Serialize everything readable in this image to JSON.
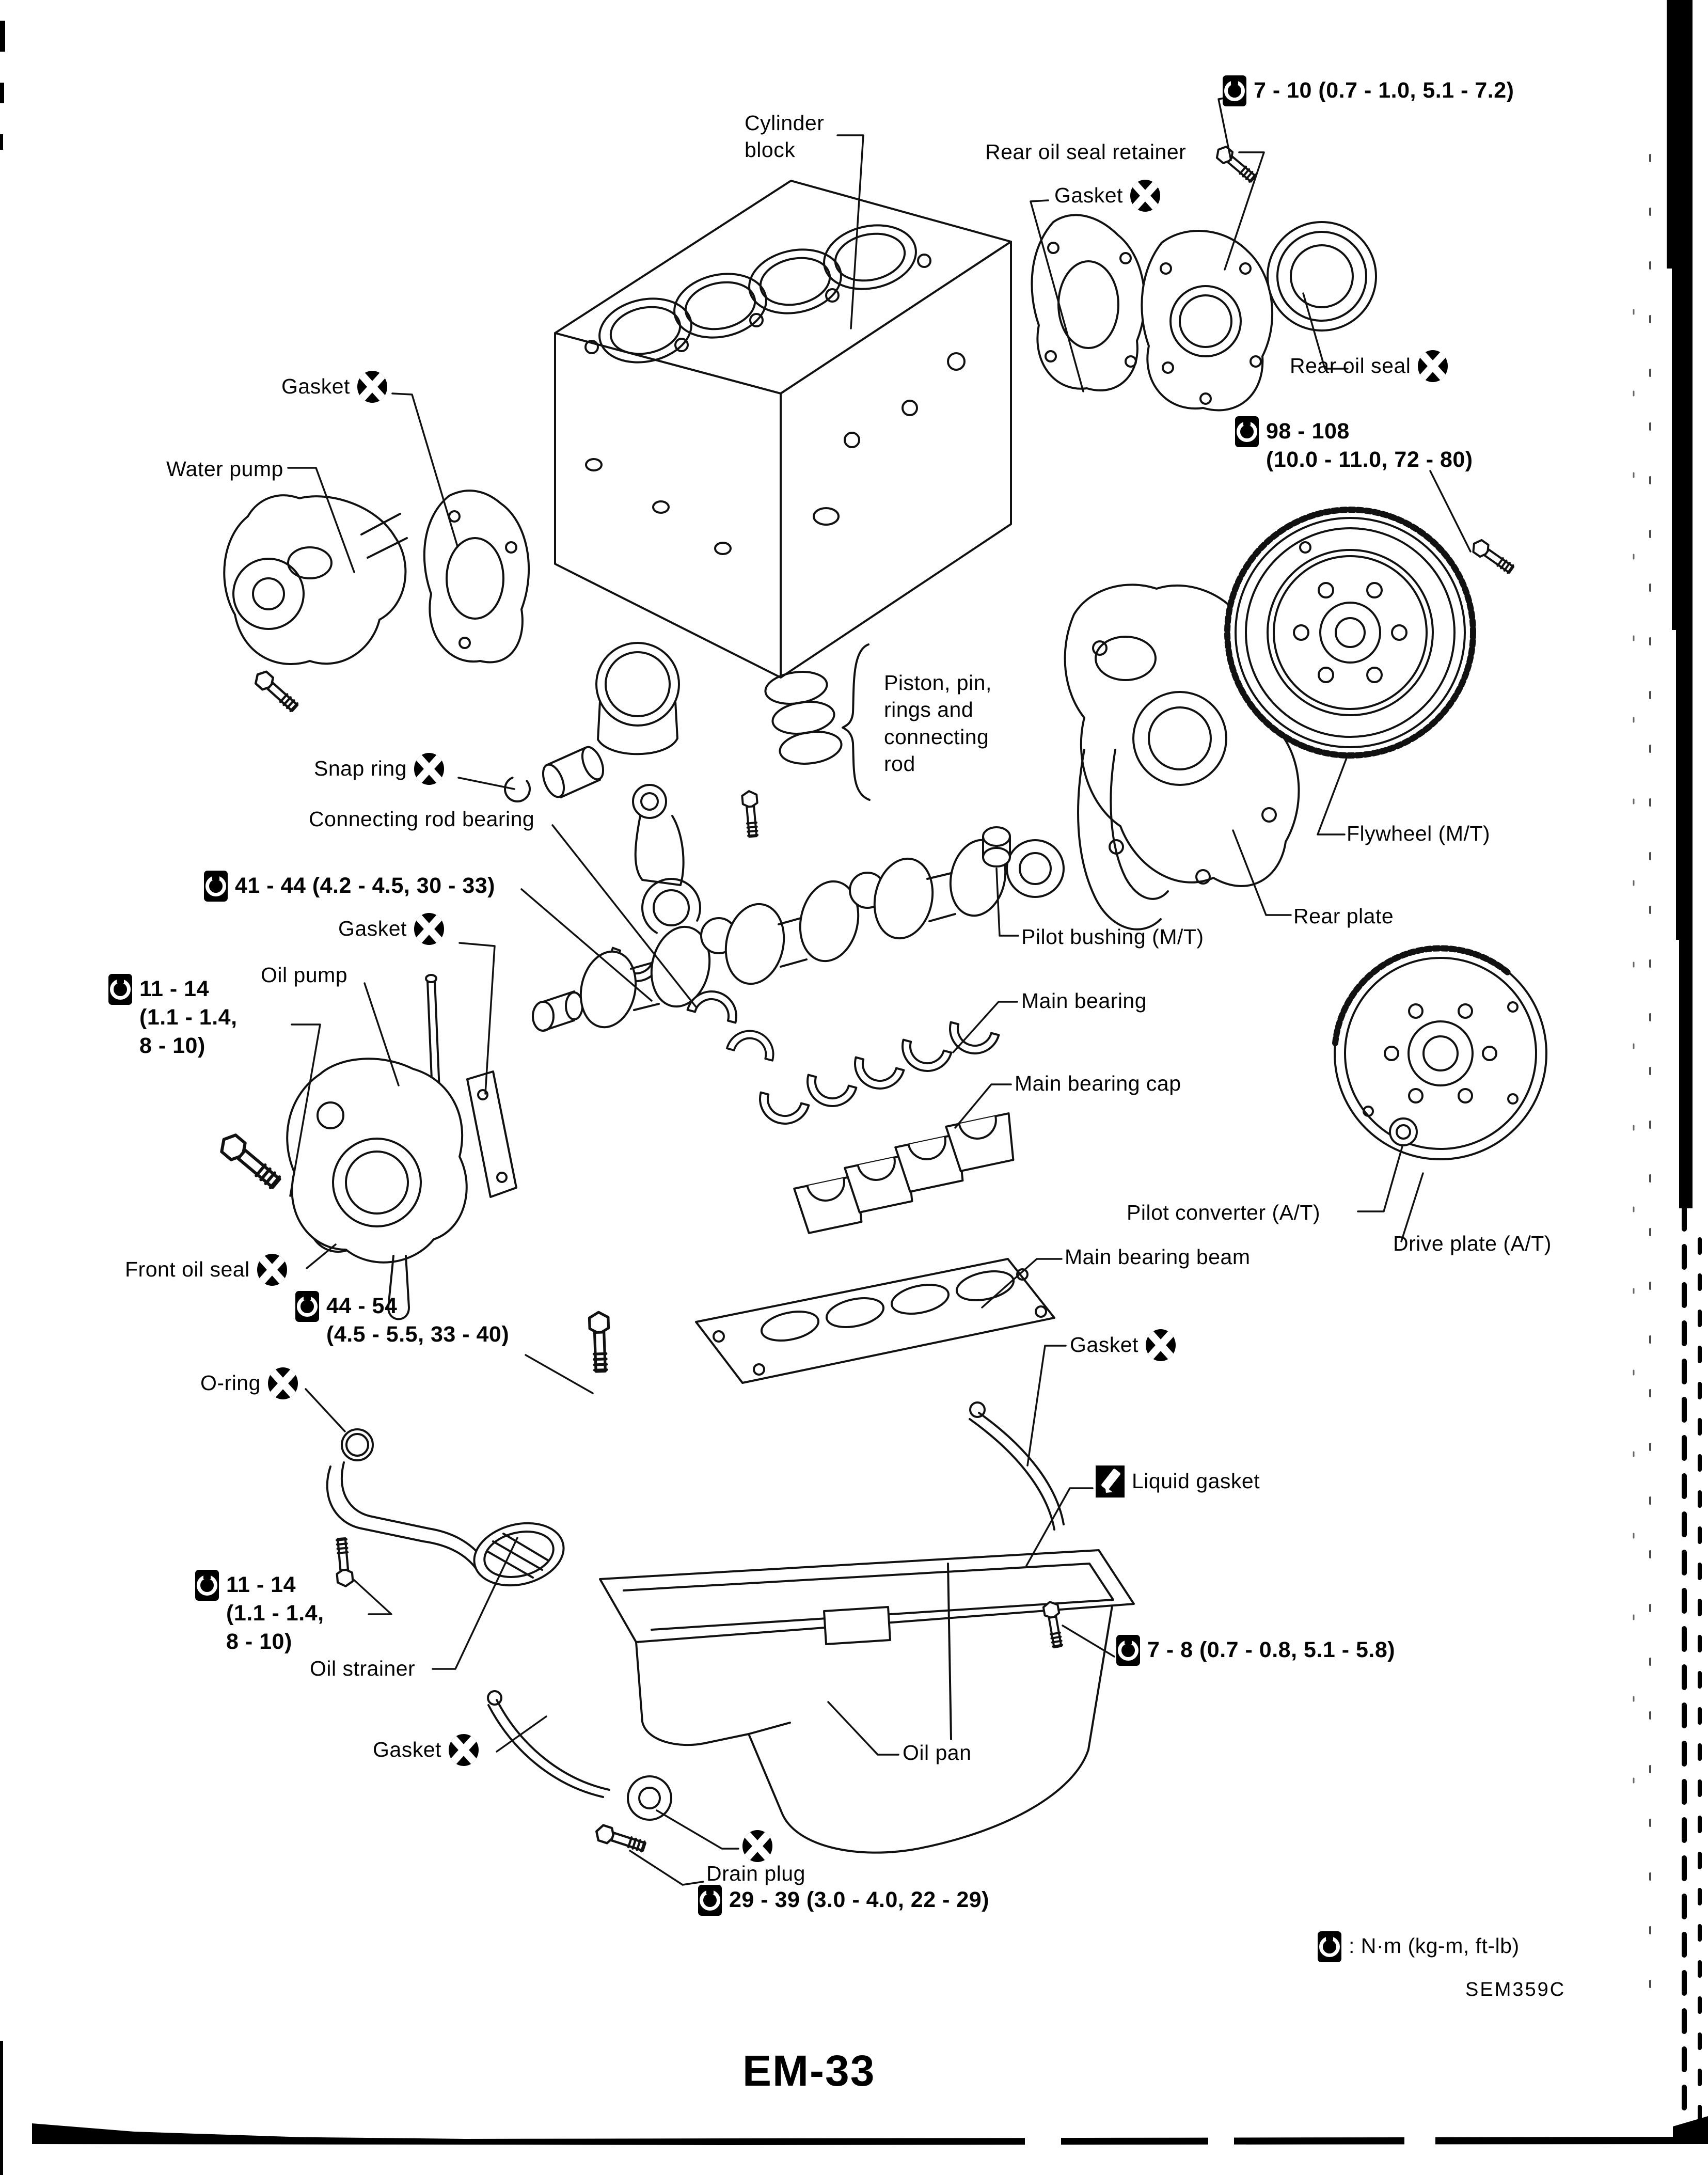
{
  "document": {
    "type": "service-manual-exploded-view",
    "subject": "Engine cylinder block and oil pan assembly",
    "ink_color": "#000000",
    "paper_color": "#ffffff"
  },
  "callouts": {
    "cylinder_block": "Cylinder\nblock",
    "rear_oil_seal_retainer": "Rear oil seal retainer",
    "gasket_retainer": "Gasket",
    "rear_oil_seal": "Rear oil seal",
    "water_pump": "Water pump",
    "gasket_water_pump": "Gasket",
    "piston_group": "Piston, pin,\nrings and\nconnecting\nrod",
    "snap_ring": "Snap ring",
    "connecting_rod_bearing": "Connecting rod bearing",
    "gasket_oil_pump": "Gasket",
    "oil_pump": "Oil pump",
    "flywheel": "Flywheel (M/T)",
    "rear_plate": "Rear plate",
    "pilot_bushing": "Pilot bushing (M/T)",
    "main_bearing": "Main bearing",
    "main_bearing_cap": "Main bearing cap",
    "pilot_converter": "Pilot converter (A/T)",
    "drive_plate": "Drive plate (A/T)",
    "main_bearing_beam": "Main bearing beam",
    "gasket_pan_right": "Gasket",
    "front_oil_seal": "Front oil seal",
    "o_ring": "O-ring",
    "liquid_gasket": "Liquid gasket",
    "oil_strainer": "Oil strainer",
    "gasket_pan_left": "Gasket",
    "oil_pan": "Oil pan",
    "drain_plug": "Drain plug"
  },
  "torque_specs": {
    "seal_retainer_bolt": "7 - 10 (0.7 - 1.0, 5.1 - 7.2)",
    "flywheel_bolt": "98 - 108\n(10.0 - 11.0, 72 - 80)",
    "connecting_rod_nut": "41 - 44 (4.2 - 4.5, 30 - 33)",
    "oil_pump_bolt": "11 - 14\n(1.1 - 1.4,\n8 - 10)",
    "main_bearing_bolt": "44 - 54\n(4.5 - 5.5, 33 - 40)",
    "oil_strainer_bolt": "11 - 14\n(1.1 - 1.4,\n8 - 10)",
    "oil_pan_bolt": "7 - 8 (0.7 - 0.8, 5.1 - 5.8)",
    "drain_plug_bolt": "29 - 39 (3.0 - 4.0, 22 - 29)"
  },
  "legend": {
    "torque_units": ":  N·m (kg-m, ft-lb)"
  },
  "footer": {
    "figure_code": "SEM359C",
    "page_number": "EM-33"
  }
}
